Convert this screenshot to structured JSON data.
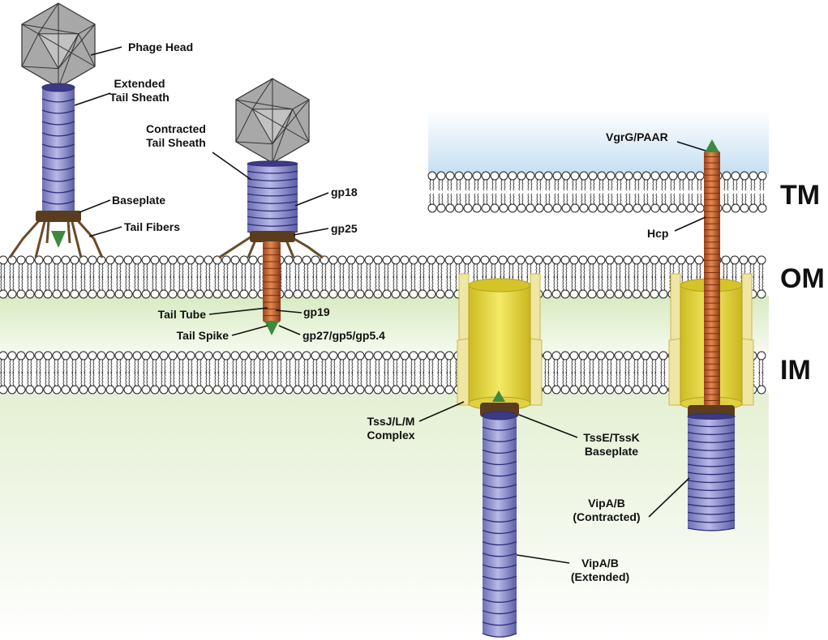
{
  "colors": {
    "sheath": "#8a8cc9",
    "sheath_dark": "#2c2c7a",
    "tube": "#c4622b",
    "tube_dark": "#7a2f10",
    "baseplate": "#5a3d1f",
    "spike": "#3d8a3d",
    "head": "#a6a6a6",
    "complex": "#e3d23a",
    "complex_light": "#f0e8a0",
    "periplasm": "#dfeecb",
    "extracellular": "#cfe3f4",
    "lipid_head": "#ffffff"
  },
  "membranes": {
    "tm": "TM",
    "om": "OM",
    "im": "IM"
  },
  "phage_extended": {
    "head_label": "Phage Head",
    "sheath_label": "Extended\nTail Sheath",
    "baseplate_label": "Baseplate",
    "fibers_label": "Tail Fibers"
  },
  "phage_contracted": {
    "sheath_label": "Contracted\nTail Sheath",
    "gp18_label": "gp18",
    "gp25_label": "gp25",
    "gp19_label": "gp19",
    "tube_label": "Tail Tube",
    "spike_label": "Tail Spike",
    "gp27_label": "gp27/gp5/gp5.4"
  },
  "t6ss_extended": {
    "complex_label": "TssJ/L/M\nComplex",
    "baseplate_label": "TssE/TssK\nBaseplate",
    "sheath_label": "VipA/B\n(Extended)"
  },
  "t6ss_contracted": {
    "tip_label": "VgrG/PAAR",
    "hcp_label": "Hcp",
    "sheath_label": "VipA/B\n(Contracted)"
  }
}
